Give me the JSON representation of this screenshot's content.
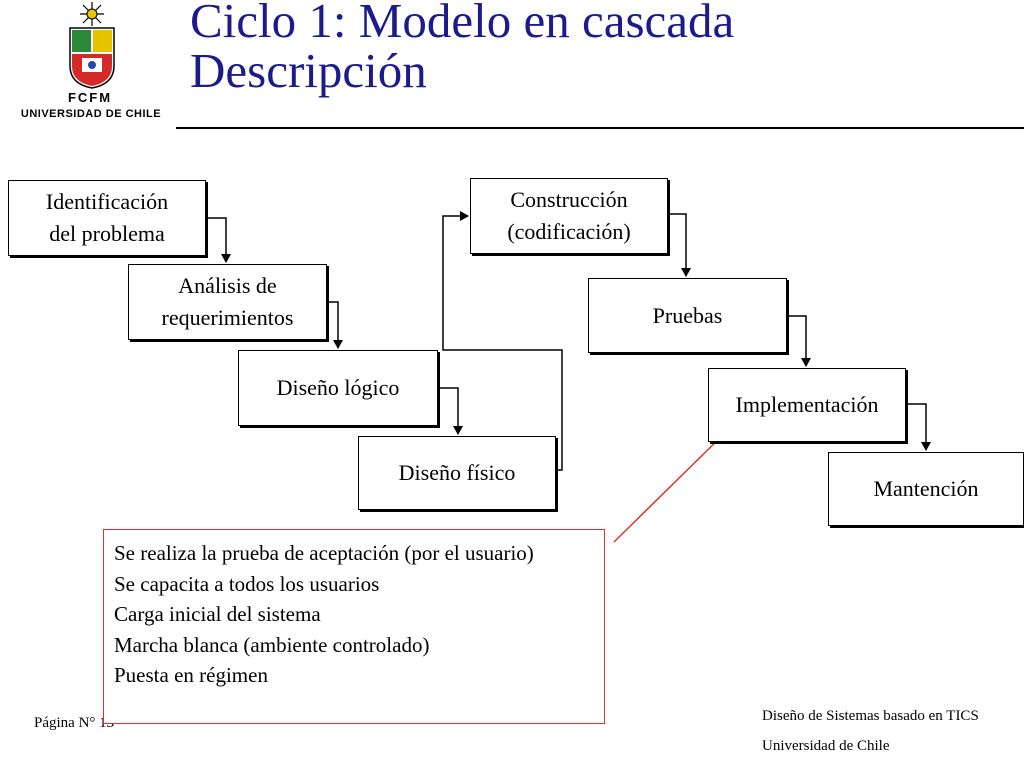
{
  "header": {
    "title": "Ciclo 1: Modelo en cascada\nDescripción",
    "logo_line1": "FCFM",
    "logo_line2": "UNIVERSIDAD DE CHILE"
  },
  "diagram": {
    "steps": {
      "identificacion": "Identificación\ndel problema",
      "analisis": "Análisis de\nrequerimientos",
      "diseno_logico": "Diseño lógico",
      "diseno_fisico": "Diseño físico",
      "construccion": "Construcción\n(codificación)",
      "pruebas": "Pruebas",
      "implementacion": "Implementación",
      "mantencion": "Mantención"
    },
    "callout_lines": [
      "Se realiza la prueba de aceptación (por el usuario)",
      "Se capacita a todos los usuarios",
      "Carga inicial del sistema",
      "Marcha blanca (ambiente controlado)",
      "Puesta en régimen"
    ]
  },
  "footer": {
    "page_label": "Página N° 13",
    "course": "Diseño de Sistemas basado en TICS",
    "university": "Universidad de Chile"
  },
  "colors": {
    "title": "#1b1b8c",
    "callout_border": "#e03030"
  }
}
